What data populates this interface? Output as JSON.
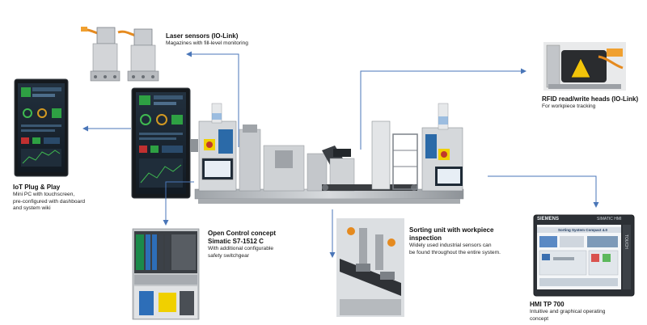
{
  "callouts": {
    "laser_sensors": {
      "title": "Laser sensors (IO-Link)",
      "desc": [
        "Magazines with fill-level monitoring"
      ]
    },
    "rfid": {
      "title": "RFID read/write heads (IO-Link)",
      "desc": [
        "For workpiece tracking"
      ]
    },
    "iot": {
      "title": "IoT Plug & Play",
      "desc": [
        "Mini PC with touchscreen,",
        "pre-configured with dashboard",
        "and system wiki"
      ]
    },
    "open_control": {
      "title": [
        "Open Control concept",
        "Simatic S7-1512 C"
      ],
      "desc": [
        "With additional configurable",
        "safety switchgear"
      ]
    },
    "sorting": {
      "title": [
        "Sorting unit with workpiece",
        "inspection"
      ],
      "desc": [
        "Widely used industrial sensors can",
        "be found throughout the entire system."
      ]
    },
    "hmi": {
      "title": "HMI TP 700",
      "desc": [
        "Intuitive and graphical operating",
        "concept"
      ]
    }
  },
  "hmi_panel": {
    "brand": "SIEMENS",
    "model": "SIMATIC HMI",
    "screen_title": "Sorting System Compact 4.0",
    "side_text": "TOUCH"
  },
  "colors": {
    "arrow": "#4a76b8",
    "machine_gray": "#b9bdc2",
    "safety_yellow": "#f0d000",
    "screen_dark": "#1b2530"
  }
}
